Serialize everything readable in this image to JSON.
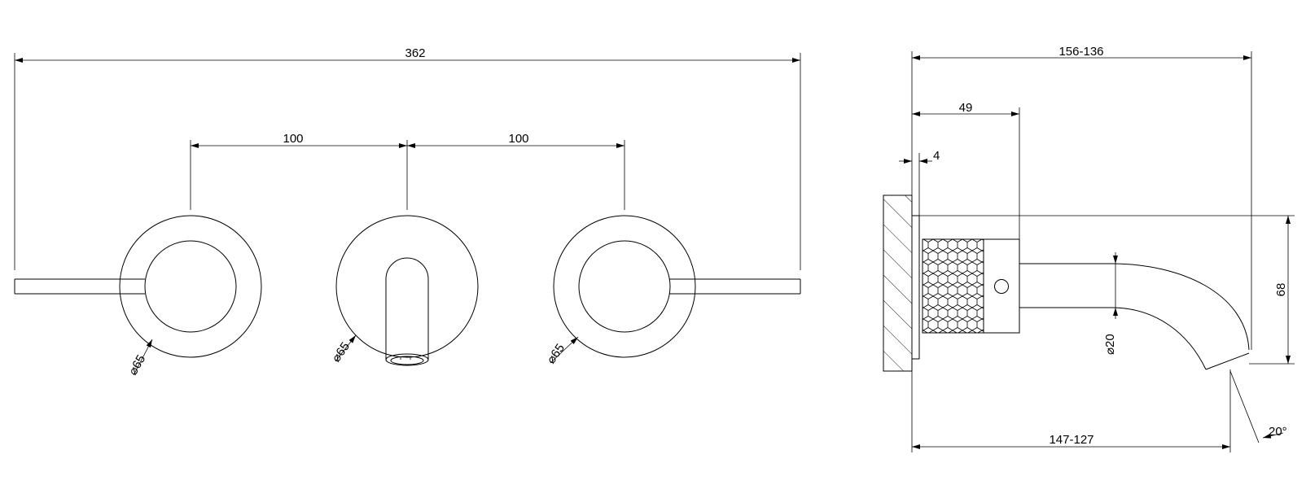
{
  "front_view": {
    "overall_width": "362",
    "spacing_left": "100",
    "spacing_right": "100",
    "diameter_left": "65",
    "diameter_center": "65",
    "diameter_right": "65"
  },
  "side_view": {
    "total_depth": "156-136",
    "handle_depth": "49",
    "plate_thickness": "4",
    "spout_height": "68",
    "spout_diameter": "20",
    "spout_reach": "147-127",
    "spout_angle": "20°"
  }
}
